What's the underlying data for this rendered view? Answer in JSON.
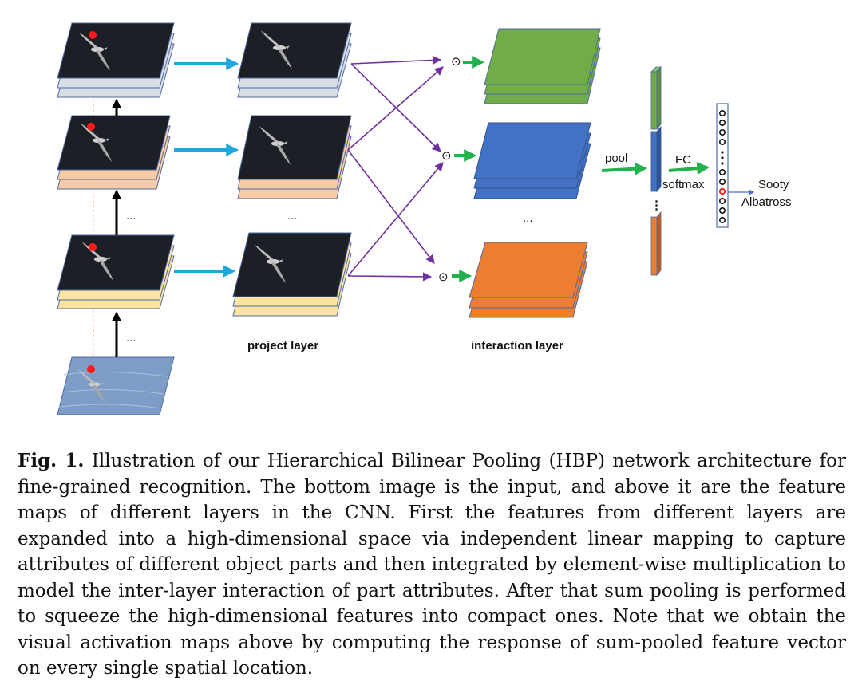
{
  "figure": {
    "project_layer_label": "project layer",
    "interaction_layer_label": "interaction layer",
    "pool_label": "pool",
    "fc_label": "FC",
    "softmax_label": "softmax",
    "output_label_line1": "Sooty",
    "output_label_line2": "Albatross",
    "ellipsis": "...",
    "vertical_ellipsis": "⋮",
    "odot": "⊙",
    "colors": {
      "input_water": "#7d9dc6",
      "feature_map": "#1c1f26",
      "layer_gray": "#d9dde6",
      "layer_peach": "#f7cba6",
      "layer_yellow": "#fbe3a2",
      "interaction_green": "#71ad47",
      "interaction_blue": "#4372c4",
      "interaction_orange": "#ed7d31",
      "arrow_cyan": "#1ea8e0",
      "arrow_purple": "#7030a0",
      "arrow_green": "#22b14c",
      "outline_blue": "#4f6aa0",
      "red_marker": "#ff1a1a"
    }
  },
  "caption": {
    "label": "Fig. 1.",
    "text": "Illustration of our Hierarchical Bilinear Pooling (HBP) network architecture for fine-grained recognition. The bottom image is the input, and above it are the feature maps of different layers in the CNN. First the features from different layers are expanded into a high-dimensional space via independent linear mapping to capture attributes of different object parts and then integrated by element-wise multiplication to model the inter-layer interaction of part attributes. After that sum pooling is performed to squeeze the high-dimensional features into compact ones. Note that we obtain the visual activation maps above by computing the response of sum-pooled feature vector on every single spatial location."
  }
}
